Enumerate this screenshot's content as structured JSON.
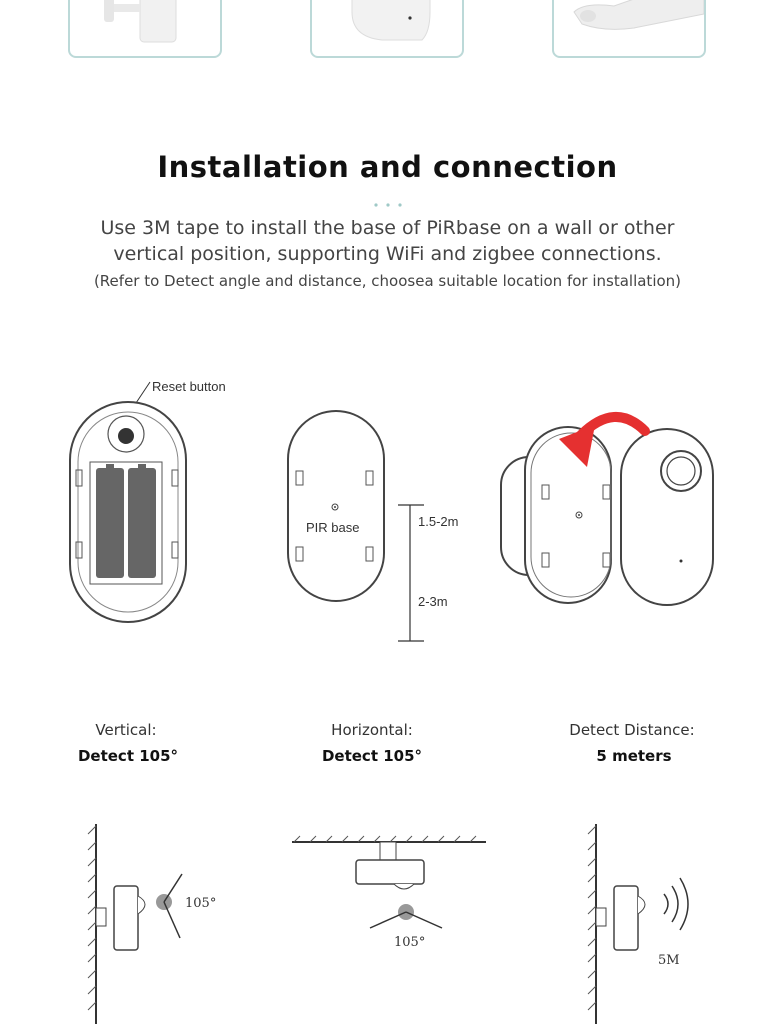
{
  "thumbnails": [
    {
      "name": "wall-mount-view"
    },
    {
      "name": "sensor-view"
    },
    {
      "name": "bracket-view"
    }
  ],
  "header": {
    "title": "Installation and connection",
    "description_line1": "Use 3M tape to install the base of PiRbase on a wall or other",
    "description_line2": "vertical position, supporting WiFi and zigbee connections.",
    "note": "(Refer to Detect angle and distance, choosea suitable location for installation)"
  },
  "diagrams": {
    "reset_label": "Reset button",
    "base_label": "PIR base",
    "height_upper": "1.5-2m",
    "height_lower": "2-3m"
  },
  "detection": {
    "vertical": {
      "label": "Vertical:",
      "value": "Detect 105°",
      "angle_text": "105°"
    },
    "horizontal": {
      "label": "Horizontal:",
      "value": "Detect 105°",
      "angle_text": "105°"
    },
    "distance": {
      "label": "Detect Distance:",
      "value": "5 meters",
      "distance_text": "5M"
    }
  },
  "colors": {
    "accent_teal": "#bcd9d8",
    "arrow_red": "#e53030",
    "battery_gray": "#666666"
  }
}
